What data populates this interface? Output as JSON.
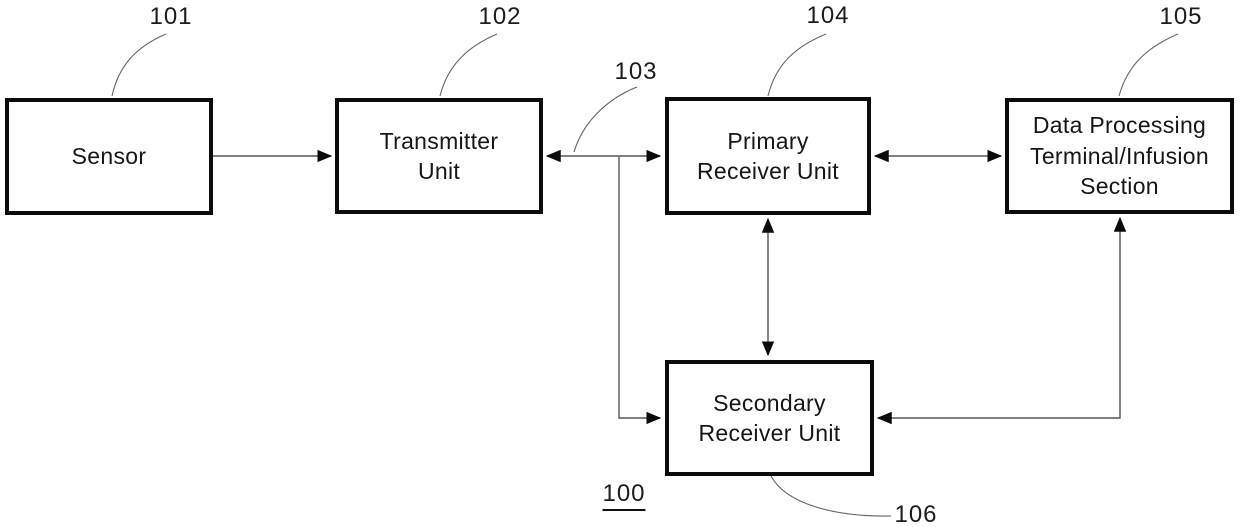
{
  "figure": {
    "figure_number": "100",
    "refs": {
      "sensor": "101",
      "transmitter": "102",
      "link": "103",
      "primary": "104",
      "terminal": "105",
      "secondary": "106"
    },
    "boxes": {
      "sensor": {
        "lines": [
          "Sensor"
        ]
      },
      "transmitter": {
        "lines": [
          "Transmitter",
          "Unit"
        ]
      },
      "primary": {
        "lines": [
          "Primary",
          "Receiver Unit"
        ]
      },
      "terminal": {
        "lines": [
          "Data Processing",
          "Terminal/Infusion",
          "Section"
        ]
      },
      "secondary": {
        "lines": [
          "Secondary",
          "Receiver Unit"
        ]
      }
    },
    "colors": {
      "box_border": "#0b0b0b",
      "connector_line": "#555555",
      "arrowhead": "#0b0b0b",
      "text": "#161616",
      "background": "#ffffff"
    }
  }
}
